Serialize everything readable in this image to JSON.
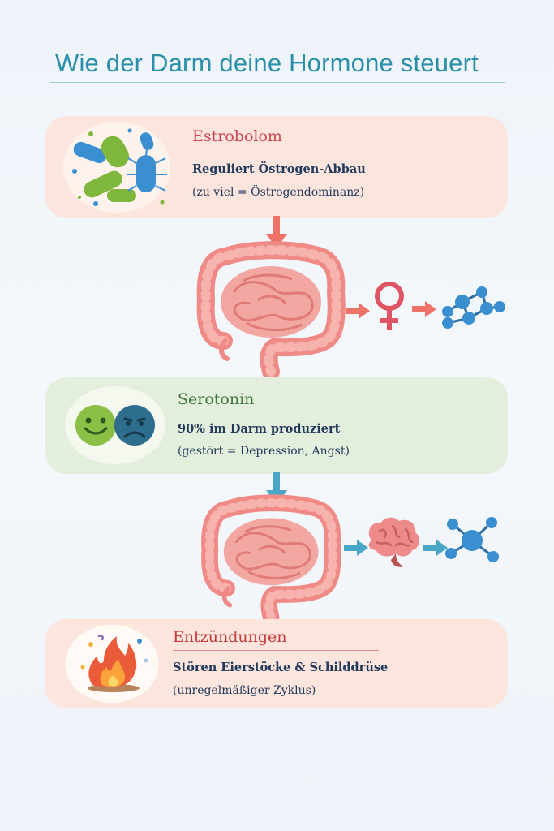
{
  "title": "Wie der Darm deine Hormone steuert",
  "sections": [
    {
      "heading": "Estrobolom",
      "main": "Reguliert Östrogen-Abbau",
      "sub": "(zu viel = Östrogendominanz)",
      "icon": "bacteria-icon",
      "accent": "#d0454f"
    },
    {
      "heading": "Serotonin",
      "main": "90% im Darm produziert",
      "sub": "(gestört = Depression, Angst)",
      "icon": "mood-faces-icon",
      "accent": "#3f7a3a"
    },
    {
      "heading": "Entzündungen",
      "main": "Stören Eierstöcke & Schilddrüse",
      "sub": "(unregelmäßiger Zyklus)",
      "icon": "fire-icon",
      "accent": "#c53a3a"
    }
  ],
  "flows": [
    {
      "from": "intestine-icon",
      "via": "venus-symbol-icon",
      "to": "molecule-icon",
      "arrow_color": "#ef7268"
    },
    {
      "from": "intestine-icon",
      "via": "brain-icon",
      "to": "molecule-icon",
      "arrow_color": "#4aa6c6"
    }
  ],
  "colors": {
    "title": "#2a8fa8",
    "pink_card": "#fbe5dd",
    "green_card": "#e4eedc",
    "intestine": "#ef8a86",
    "molecule": "#3a8fd0"
  }
}
